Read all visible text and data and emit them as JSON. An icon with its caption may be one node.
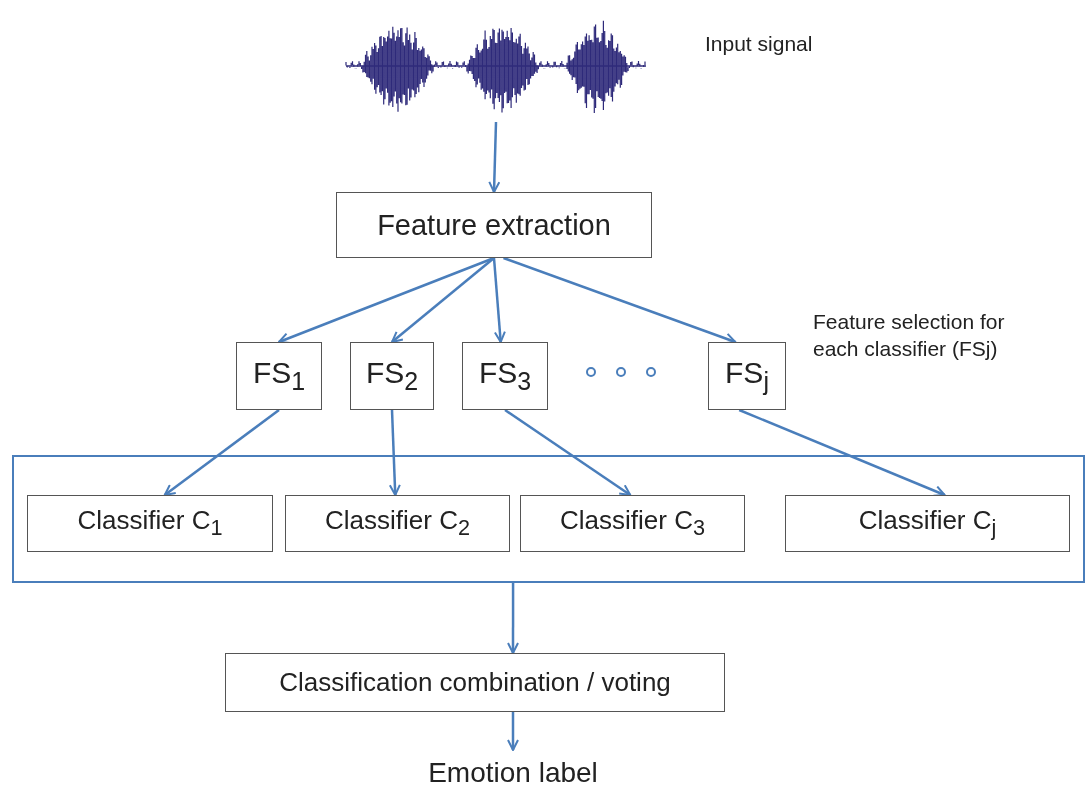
{
  "diagram": {
    "nodes": [
      {
        "text": [],
        "shape": "picture",
        "beside": [
          "Input signal"
        ]
      },
      {
        "text": [
          "Feature extraction"
        ]
      },
      {
        "text": [
          "FS$_{1}$"
        ]
      },
      {
        "text": [
          "FS$_{2}$"
        ]
      },
      {
        "text": [
          "FS$_{3}$"
        ]
      },
      {
        "text": [
          "FS$_{j}$"
        ]
      },
      {
        "text": [],
        "shape": "box"
      },
      {
        "text": [
          "Classifier C$_{1}$"
        ],
        "in": 6
      },
      {
        "text": [
          "Classifier C$_{2}$"
        ],
        "in": 6
      },
      {
        "text": [
          "Classifier C$_{3}$"
        ],
        "in": 6
      },
      {
        "text": [
          "Classifier C$_{j}$"
        ],
        "in": 6
      },
      {
        "text": [
          "Classification combination / voting"
        ]
      },
      {
        "text": [
          "Emotion label"
        ]
      }
    ],
    "edges": [
      {
        "from": 0,
        "to": 1,
        "arrow": "to"
      },
      {
        "from": 1,
        "to": 2,
        "arrow": "to"
      },
      {
        "from": 1,
        "to": 3,
        "arrow": "to"
      },
      {
        "from": 1,
        "to": 4,
        "arrow": "to"
      },
      {
        "from": 1,
        "to": 5,
        "arrow": "to"
      },
      {
        "from": 2,
        "to": 7,
        "arrow": "to"
      },
      {
        "from": 3,
        "to": 8,
        "arrow": "to"
      },
      {
        "from": 4,
        "to": 9,
        "arrow": "to"
      },
      {
        "from": 5,
        "to": 10,
        "arrow": "to"
      },
      {
        "from": 6,
        "to": 11,
        "arrow": "to"
      },
      {
        "from": 11,
        "to": 12,
        "arrow": "to"
      }
    ],
    "labels": [
      "Feature selection for each classifier (FSj)"
    ]
  }
}
